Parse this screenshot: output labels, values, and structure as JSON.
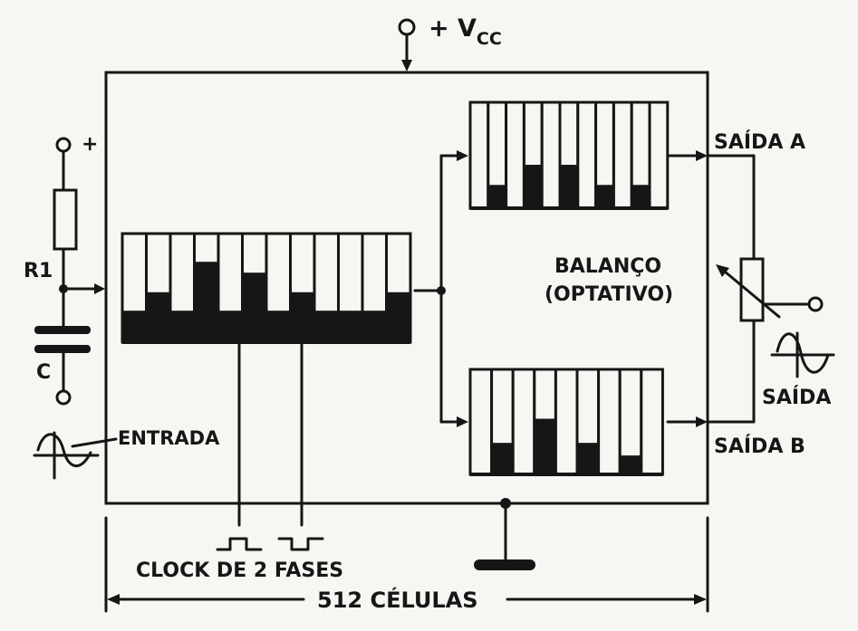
{
  "labels": {
    "vcc": "+ V",
    "vcc_sub": "CC",
    "plus": "+",
    "r1": "R1",
    "c": "C",
    "entrada": "ENTRADA",
    "clock": "CLOCK DE 2 FASES",
    "celulas": "512 CÉLULAS",
    "saida_a": "SAÍDA A",
    "saida_b": "SAÍDA B",
    "balanco_1": "BALANÇO",
    "balanco_2": "(OPTATIVO)",
    "saida": "SAÍDA"
  },
  "colors": {
    "ink": "#161616",
    "paper": "#f6f6f2"
  },
  "input_cells": [
    0.29,
    0.46,
    0.29,
    0.74,
    0.29,
    0.64,
    0.29,
    0.46,
    0.29,
    0.29,
    0.29,
    0.46
  ],
  "output_a_cells": [
    0.22,
    0.41,
    0.41,
    0.22,
    0.22
  ],
  "output_b_cells": [
    0.3,
    0.53,
    0.3,
    0.18
  ]
}
